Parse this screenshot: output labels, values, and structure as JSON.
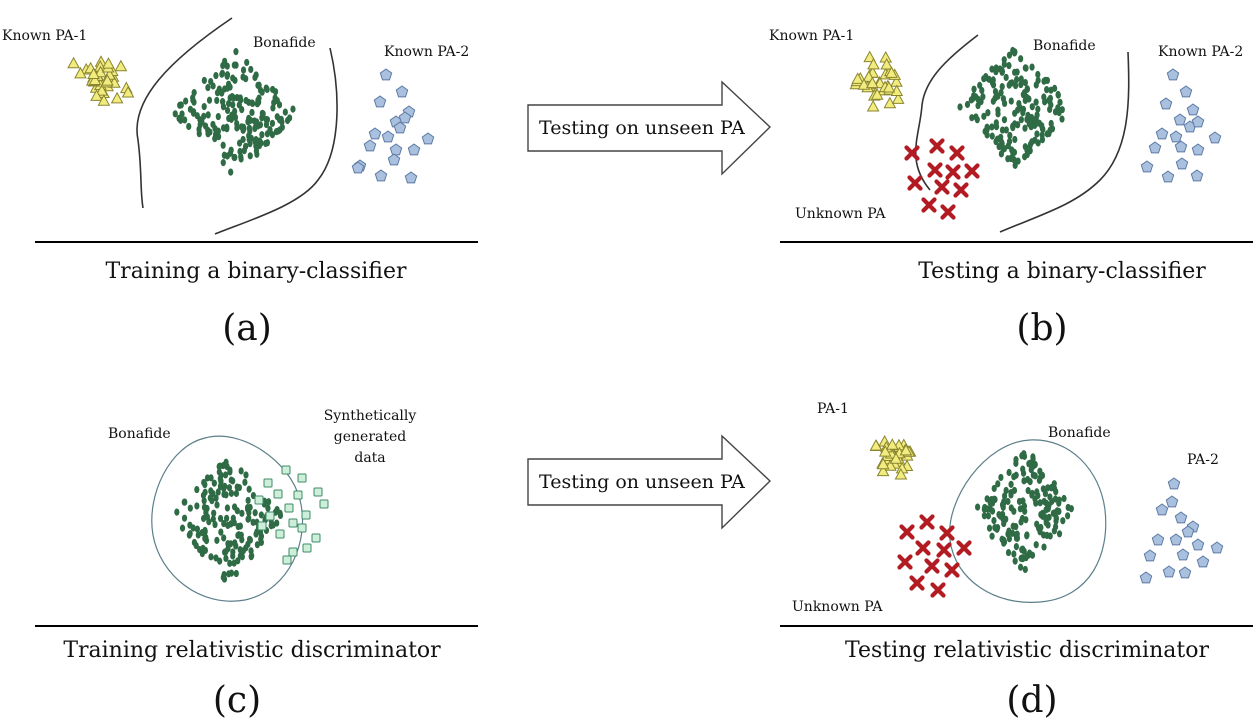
{
  "colors": {
    "bonafide": "#2f6b45",
    "pa1_fill": "#f2ec7e",
    "pa1_stroke": "#8a8530",
    "pa2_fill": "#a9c1df",
    "pa2_stroke": "#5d7aa3",
    "unknown": "#b31b22",
    "synthetic_fill": "#cdeed9",
    "synthetic_stroke": "#3e8a68",
    "boundary": "#333333",
    "region": "#5c7f8a"
  },
  "icons": [
    "triangle-marker",
    "pentagon-marker",
    "cross-marker",
    "square-marker",
    "dot-marker",
    "right-arrow"
  ],
  "panels": {
    "a": {
      "label_pa1": "Known PA-1",
      "label_bonafide": "Bonafide",
      "label_pa2": "Known PA-2",
      "caption": "Training a binary-classifier",
      "letter": "(a)"
    },
    "b": {
      "label_pa1": "Known PA-1",
      "label_bonafide": "Bonafide",
      "label_pa2": "Known PA-2",
      "label_unknown": "Unknown PA",
      "caption": "Testing a binary-classifier",
      "letter": "(b)"
    },
    "c": {
      "label_bonafide": "Bonafide",
      "label_synth_1": "Synthetically",
      "label_synth_2": "generated",
      "label_synth_3": "data",
      "caption": "Training relativistic discriminator",
      "letter": "(c)"
    },
    "d": {
      "label_pa1": "PA-1",
      "label_bonafide": "Bonafide",
      "label_pa2": "PA-2",
      "label_unknown": "Unknown PA",
      "caption": "Testing relativistic discriminator",
      "letter": "(d)"
    }
  },
  "arrows": {
    "top": "Testing on unseen PA",
    "bottom": "Testing on unseen PA"
  }
}
